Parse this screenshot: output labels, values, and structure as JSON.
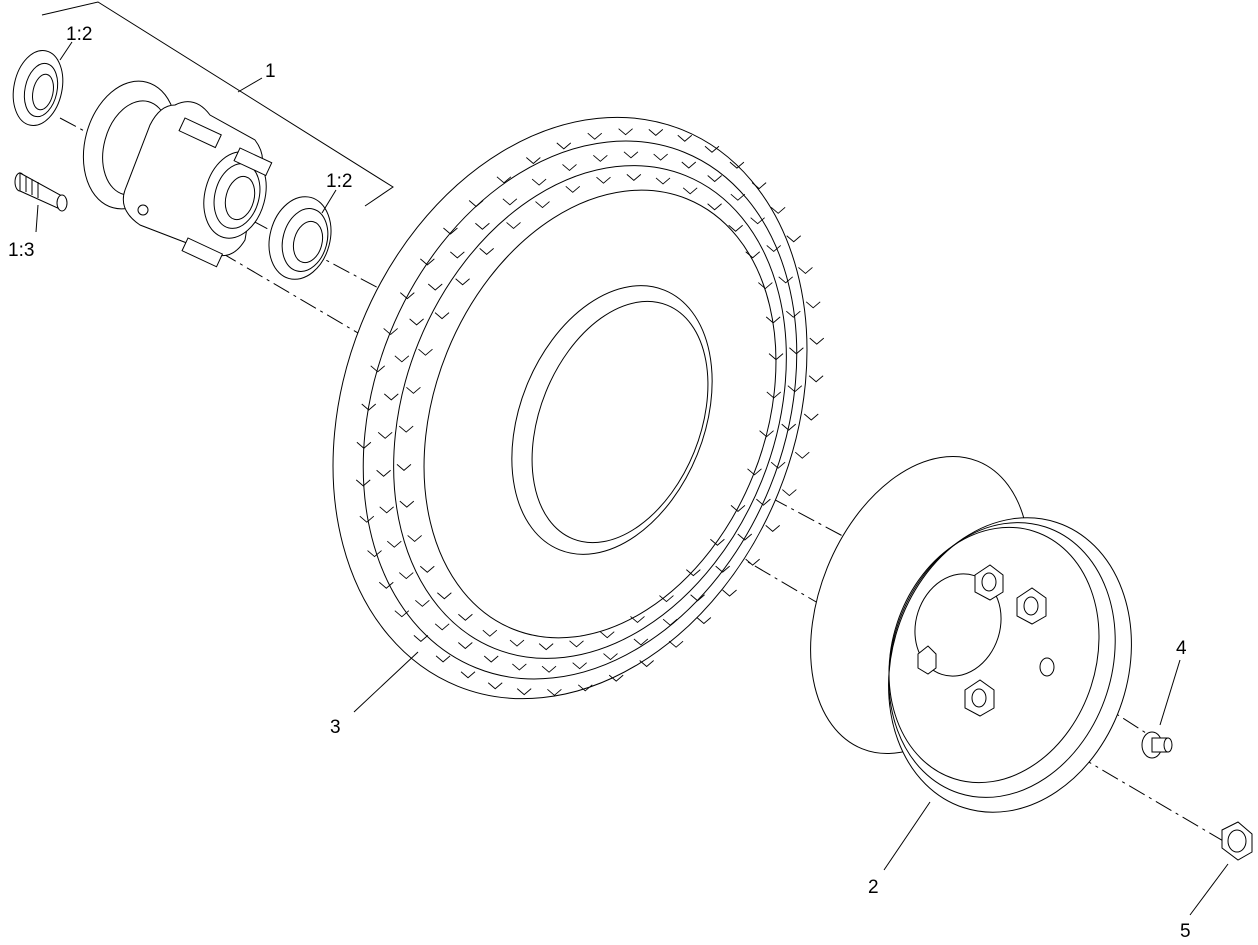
{
  "callouts": {
    "hub_assembly": "1",
    "rim": "2",
    "tire": "3",
    "valve_stem": "4",
    "lug_nut": "5",
    "bearing_outer": "1:2",
    "bearing_inner": "1:2",
    "wheel_stud": "1:3"
  },
  "colors": {
    "line": "#000000",
    "background": "#ffffff"
  }
}
